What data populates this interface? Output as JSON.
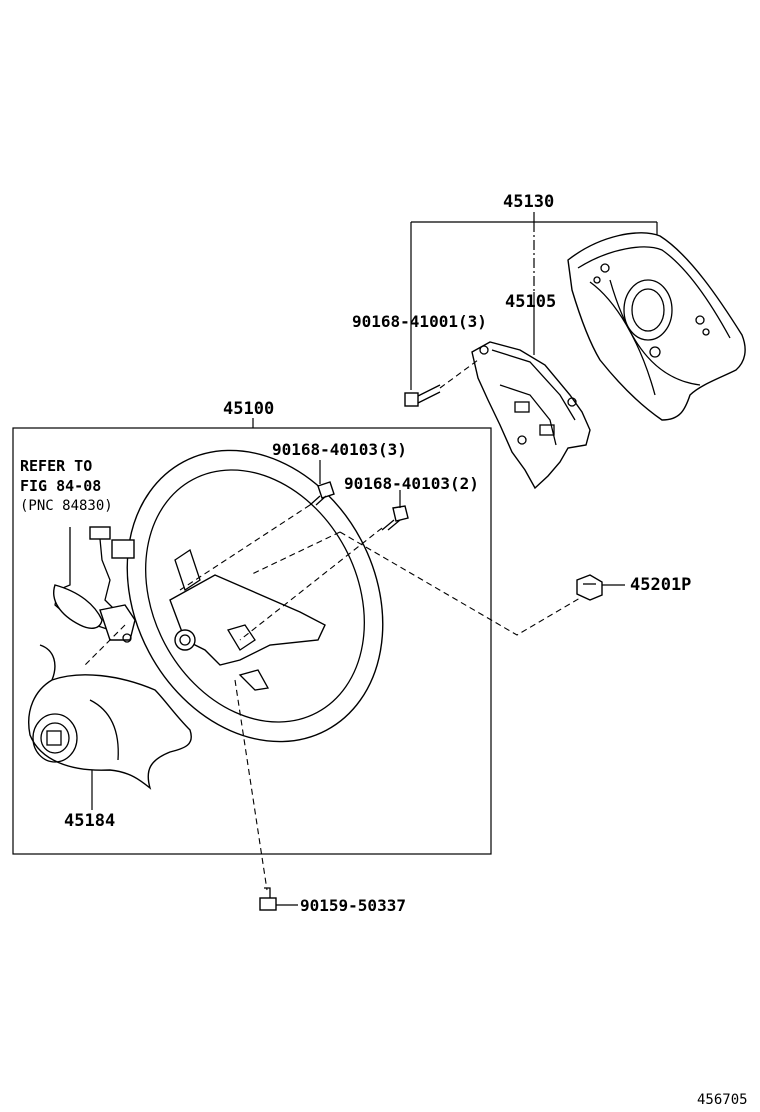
{
  "callouts": {
    "p45130": "45130",
    "p45105": "45105",
    "p90168_41001": "90168-41001(3)",
    "p45100": "45100",
    "p90168_40103_3": "90168-40103(3)",
    "p90168_40103_2": "90168-40103(2)",
    "p45201P": "45201P",
    "p45184": "45184",
    "p90159_50337": "90159-50337"
  },
  "reference_note": {
    "line1": "REFER TO",
    "line2": "FIG 84-08",
    "line3": "(PNC 84830)"
  },
  "figure_number": "456705"
}
